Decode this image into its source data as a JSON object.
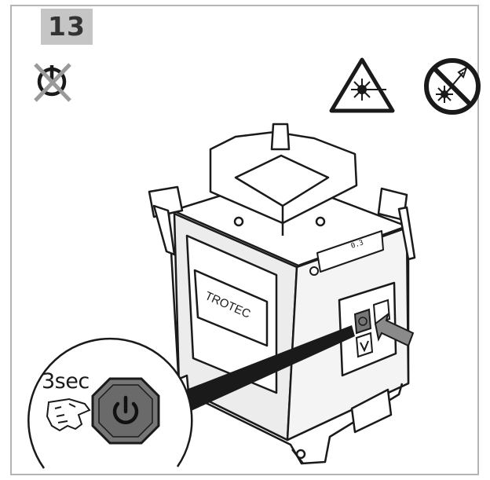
{
  "step": {
    "number": "13"
  },
  "callout": {
    "duration": "3sec"
  },
  "device": {
    "brand": "TROTEC",
    "display_readout": "0.3"
  },
  "icons": {
    "power_off": "power-crossed-out-icon",
    "laser_warning": "laser-warning-triangle-icon",
    "no_stare": "no-stare-into-beam-icon",
    "power": "power-icon",
    "hand": "pointing-hand-icon"
  },
  "colors": {
    "frame": "#b4b4b4",
    "badge": "#c5c5c5",
    "button": "#767676",
    "line": "#1a1a1a"
  }
}
